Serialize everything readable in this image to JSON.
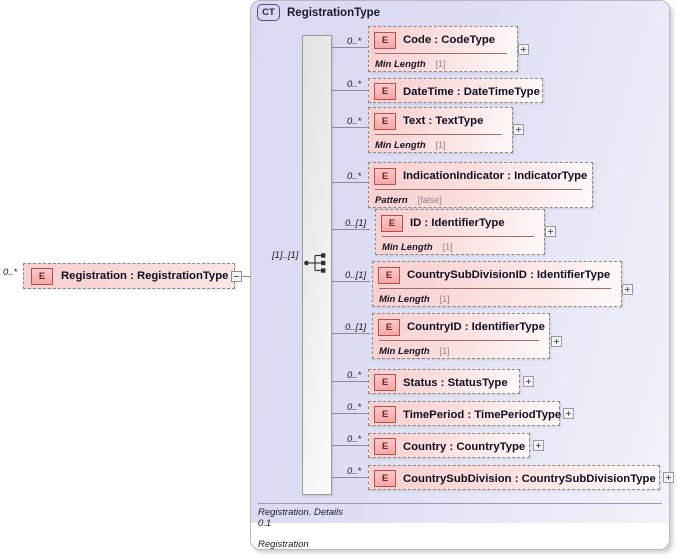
{
  "diagram": {
    "kind": "xsd-complex-type-diagram",
    "complex_type": {
      "badge": "CT",
      "name": "RegistrationType"
    },
    "root_element": {
      "badge": "E",
      "occurrence": "0..*",
      "label": "Registration : RegistrationType",
      "collapse_icon": "minus-icon"
    },
    "compositor": {
      "icon": "sequence-icon",
      "cardinality": "[1]..[1]"
    },
    "children": [
      {
        "badge": "E",
        "occurrence": "0..*",
        "name": "Code",
        "type": "CodeType",
        "label": "Code        : CodeType",
        "facet_name": "Min Length",
        "facet_value": "[1]",
        "expander": "plus-icon"
      },
      {
        "badge": "E",
        "occurrence": "0..*",
        "name": "DateTime",
        "type": "DateTimeType",
        "label": "DateTime : DateTimeType",
        "facet_name": null,
        "facet_value": null,
        "expander": null
      },
      {
        "badge": "E",
        "occurrence": "0..*",
        "name": "Text",
        "type": "TextType",
        "label": "Text         : TextType",
        "facet_name": "Min Length",
        "facet_value": "[1]",
        "expander": "plus-icon"
      },
      {
        "badge": "E",
        "occurrence": "0..*",
        "name": "IndicationIndicator",
        "type": "IndicatorType",
        "label": "IndicationIndicator : IndicatorType",
        "facet_name": "Pattern",
        "facet_value": "[false]",
        "expander": null
      },
      {
        "badge": "E",
        "occurrence": "0..[1]",
        "name": "ID",
        "type": "IdentifierType",
        "label": "ID             : IdentifierType",
        "facet_name": "Min Length",
        "facet_value": "[1]",
        "expander": "plus-icon"
      },
      {
        "badge": "E",
        "occurrence": "0..[1]",
        "name": "CountrySubDivisionID",
        "type": "IdentifierType",
        "label": "CountrySubDivisionID : IdentifierType",
        "facet_name": "Min Length",
        "facet_value": "[1]",
        "expander": "plus-icon"
      },
      {
        "badge": "E",
        "occurrence": "0..[1]",
        "name": "CountryID",
        "type": "IdentifierType",
        "label": "CountryID : IdentifierType",
        "facet_name": "Min Length",
        "facet_value": "[1]",
        "expander": "plus-icon"
      },
      {
        "badge": "E",
        "occurrence": "0..*",
        "name": "Status",
        "type": "StatusType",
        "label": "Status      : StatusType",
        "facet_name": null,
        "facet_value": null,
        "expander": "plus-icon"
      },
      {
        "badge": "E",
        "occurrence": "0..*",
        "name": "TimePeriod",
        "type": "TimePeriodType",
        "label": "TimePeriod : TimePeriodType",
        "facet_name": null,
        "facet_value": null,
        "expander": "plus-icon"
      },
      {
        "badge": "E",
        "occurrence": "0..*",
        "name": "Country",
        "type": "CountryType",
        "label": "Country  : CountryType",
        "facet_name": null,
        "facet_value": null,
        "expander": "plus-icon"
      },
      {
        "badge": "E",
        "occurrence": "0..*",
        "name": "CountrySubDivision",
        "type": "CountrySubDivisionType",
        "label": "CountrySubDivision : CountrySubDivisionType",
        "facet_name": null,
        "facet_value": null,
        "expander": "plus-icon"
      }
    ],
    "footer": {
      "line1": "Registration. Details",
      "line2": "0.1",
      "line3": "Registration"
    },
    "colors": {
      "element_fill": "#f9cfcf",
      "element_border": "#8a8a8a",
      "complex_type_fill": "#dcdcf3",
      "badge_border": "#c04d4d",
      "panel_border": "#b9b9c6"
    }
  }
}
